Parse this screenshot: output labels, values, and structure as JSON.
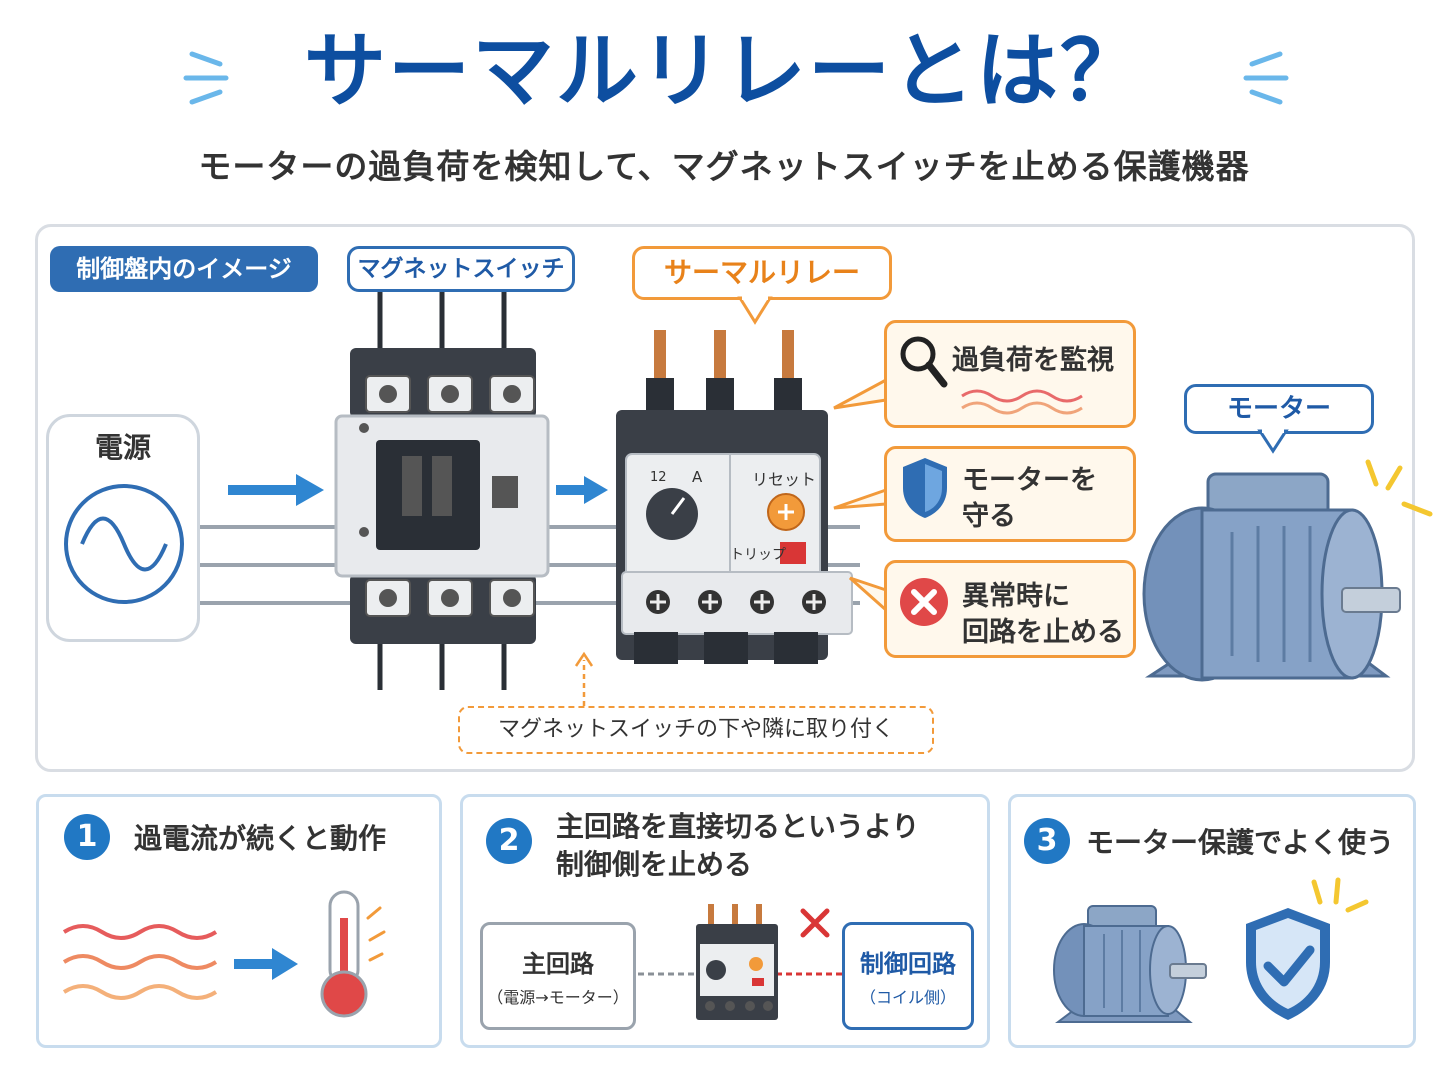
{
  "header": {
    "title": "サーマルリレーとは？",
    "subtitle": "モーターの過負荷を検知して、マグネットスイッチを止める保護機器"
  },
  "panel": {
    "tag": "制御盤内のイメージ",
    "magnet_label": "マグネットスイッチ",
    "thermal_label": "サーマルリレー",
    "power_label": "電源",
    "motor_label": "モーター",
    "relay_reset": "リセット",
    "relay_trip": "トリップ",
    "dial_a": "A",
    "dial_12": "12",
    "features": [
      {
        "text": "過負荷を監視",
        "icon": "magnifier-icon"
      },
      {
        "text_line1": "モーターを",
        "text_line2": "守る",
        "icon": "shield-icon"
      },
      {
        "text_line1": "異常時に",
        "text_line2": "回路を止める",
        "icon": "cross-icon"
      }
    ],
    "mount_note": "マグネットスイッチの下や隣に取り付く"
  },
  "cards": [
    {
      "number": "1",
      "text": "過電流が続くと動作"
    },
    {
      "number": "2",
      "text_line1": "主回路を直接切るというより",
      "text_line2": "制御側を止める",
      "main_circuit": "主回路",
      "main_circuit_sub": "（電源→モーター）",
      "control_circuit": "制御回路",
      "control_circuit_sub": "（コイル側）"
    },
    {
      "number": "3",
      "text": "モーター保護でよく使う"
    }
  ],
  "colors": {
    "brand_blue": "#0d4ea0",
    "accent_orange": "#f29a3a",
    "motor_blue": "#6f8fb8"
  }
}
